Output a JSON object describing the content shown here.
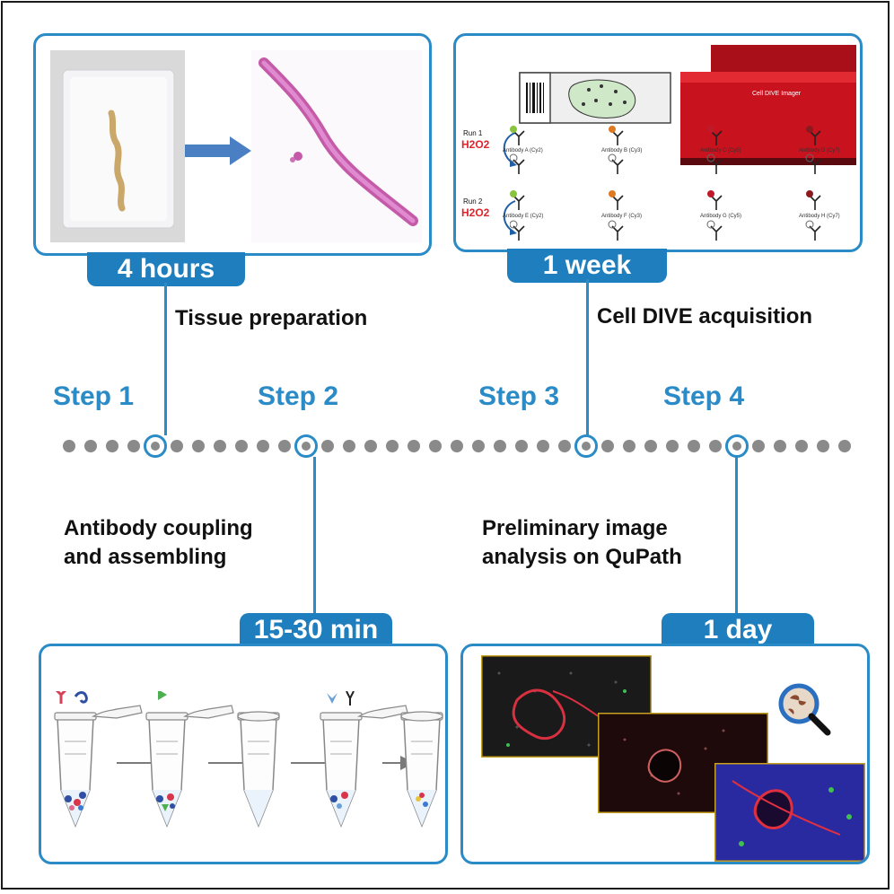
{
  "steps": [
    {
      "label": "Step 1",
      "badge": "4 hours",
      "description": "Tissue preparation"
    },
    {
      "label": "Step 2",
      "badge": "15-30 min",
      "description_line1": "Antibody coupling",
      "description_line2": "and assembling"
    },
    {
      "label": "Step 3",
      "badge": "1 week",
      "description": "Cell DIVE acquisition"
    },
    {
      "label": "Step 4",
      "badge": "1 day",
      "description_line1": "Preliminary image",
      "description_line2": "analysis on QuPath"
    }
  ],
  "instrument_label": "Cell DIVE Imager",
  "runs": [
    {
      "label": "Run 1",
      "reagent": "H2O2",
      "antibodies": [
        "Antibody A (Cy2)",
        "Antibody B (Cy3)",
        "Antibody C (Cy5)",
        "Antibody D (Cy7)"
      ]
    },
    {
      "label": "Run 2",
      "reagent": "H2O2",
      "antibodies": [
        "Antibody E (Cy2)",
        "Antibody F (Cy3)",
        "Antibody G (Cy5)",
        "Antibody H (Cy7)"
      ]
    }
  ],
  "colors": {
    "accent": "#2b8bc6",
    "badge": "#1f7fbe",
    "timeline_dot": "#8a8a8a",
    "reagent": "#e0232b",
    "instrument": "#c8121e"
  }
}
